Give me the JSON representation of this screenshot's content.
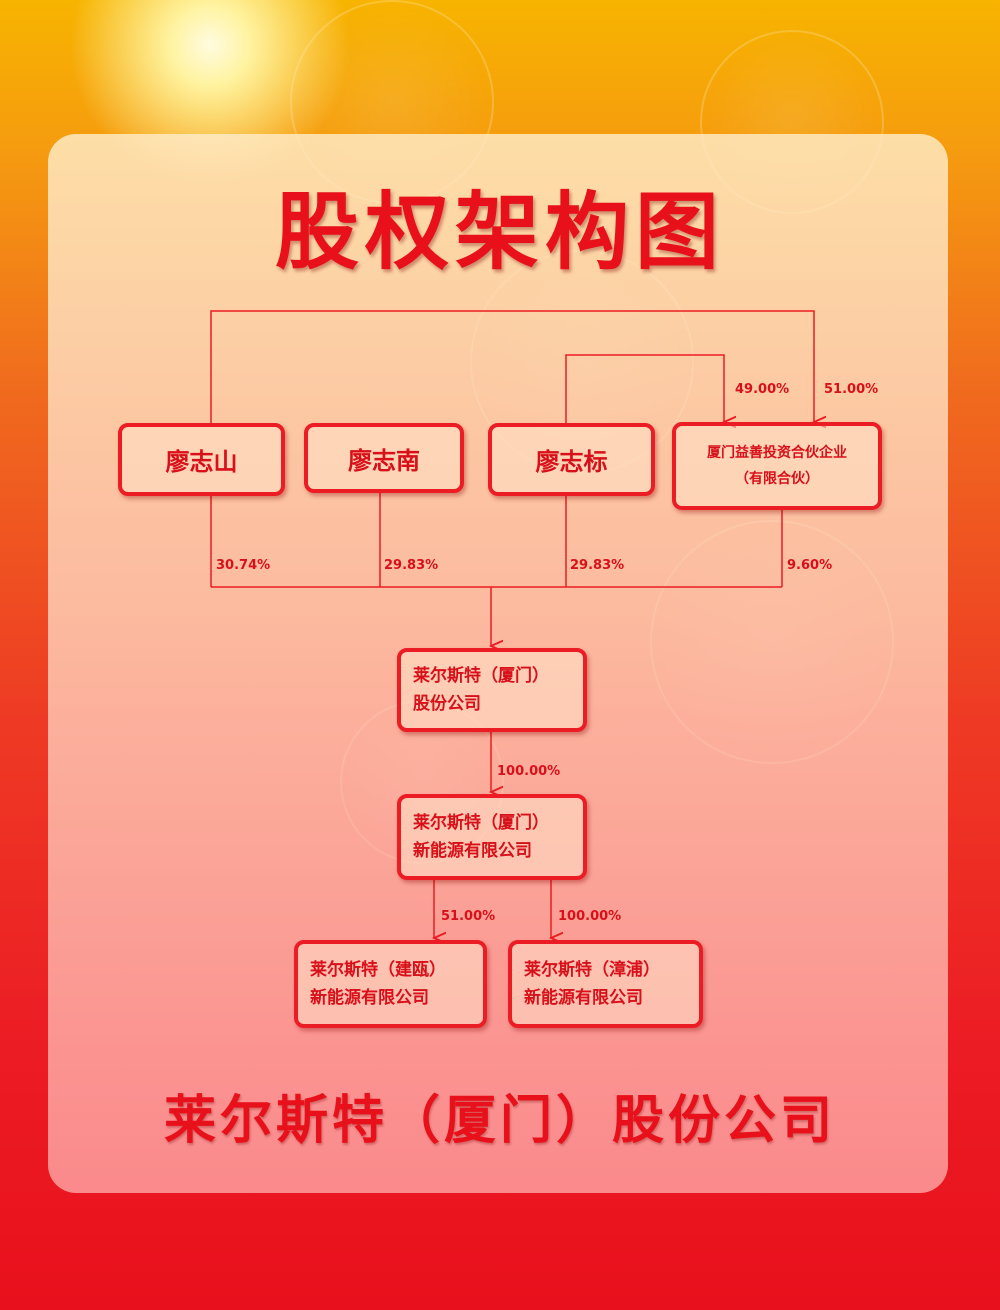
{
  "title": "股权架构图",
  "footer": "莱尔斯特（厦门）股份公司",
  "colors": {
    "accent": "#ec1c24",
    "text": "#d8101a"
  },
  "shareholders": [
    {
      "name": "廖志山",
      "pct": "30.74%"
    },
    {
      "name": "廖志南",
      "pct": "29.83%"
    },
    {
      "name": "廖志标",
      "pct": "29.83%"
    },
    {
      "name_line1": "厦门益善投资合伙企业",
      "name_line2": "（有限合伙）",
      "pct": "9.60%"
    }
  ],
  "partnership_stakes": {
    "liao_zhibiao": "49.00%",
    "liao_zhishan": "51.00%"
  },
  "parent": {
    "line1": "莱尔斯特（厦门）",
    "line2": "股份公司"
  },
  "parent_to_sub_pct": "100.00%",
  "subsidiary": {
    "line1": "莱尔斯特（厦门）",
    "line2": "新能源有限公司"
  },
  "grandchildren": [
    {
      "line1": "莱尔斯特（建瓯）",
      "line2": "新能源有限公司",
      "pct": "51.00%"
    },
    {
      "line1": "莱尔斯特（漳浦）",
      "line2": "新能源有限公司",
      "pct": "100.00%"
    }
  ]
}
